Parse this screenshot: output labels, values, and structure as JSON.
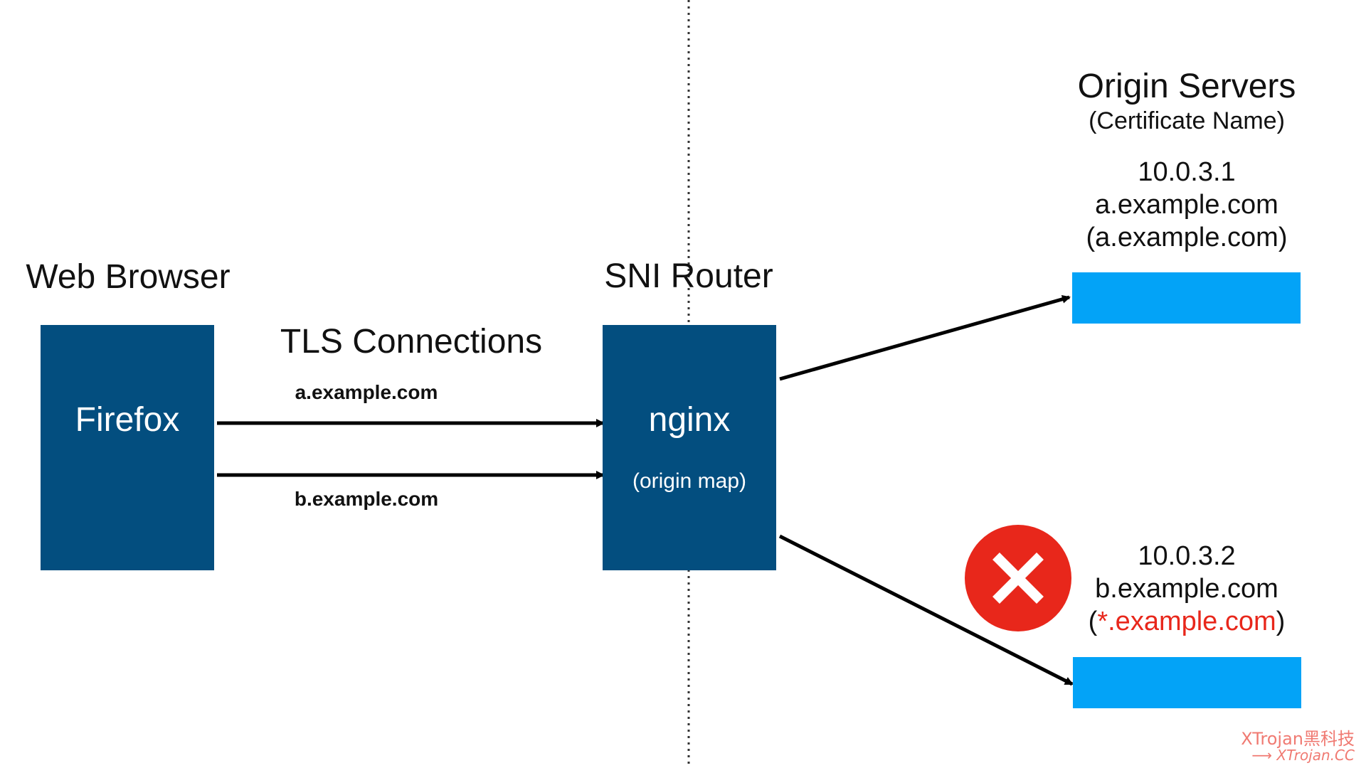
{
  "left": {
    "heading": "Web Browser",
    "box_label": "Firefox"
  },
  "middle": {
    "heading": "SNI Router",
    "connections_heading": "TLS Connections",
    "conn_a_label": "a.example.com",
    "conn_b_label": "b.example.com",
    "box_label": "nginx",
    "box_sublabel": "(origin map)"
  },
  "right": {
    "heading": "Origin Servers",
    "subheading": "(Certificate Name)",
    "server_a": {
      "ip": "10.0.3.1",
      "host": "a.example.com",
      "cert": "(a.example.com)"
    },
    "server_b": {
      "ip": "10.0.3.2",
      "host": "b.example.com",
      "cert_open": "(",
      "cert_name": "*.example.com",
      "cert_close": ")"
    }
  },
  "watermark": {
    "line1": "XTrojan黑科技",
    "line2": "⟶ XTrojan.CC"
  },
  "colors": {
    "box": "#034e7f",
    "server_bar": "#03a3f7",
    "error": "#e8271b",
    "arrow": "#000000"
  },
  "icons": {
    "error": "close-circle-icon"
  }
}
